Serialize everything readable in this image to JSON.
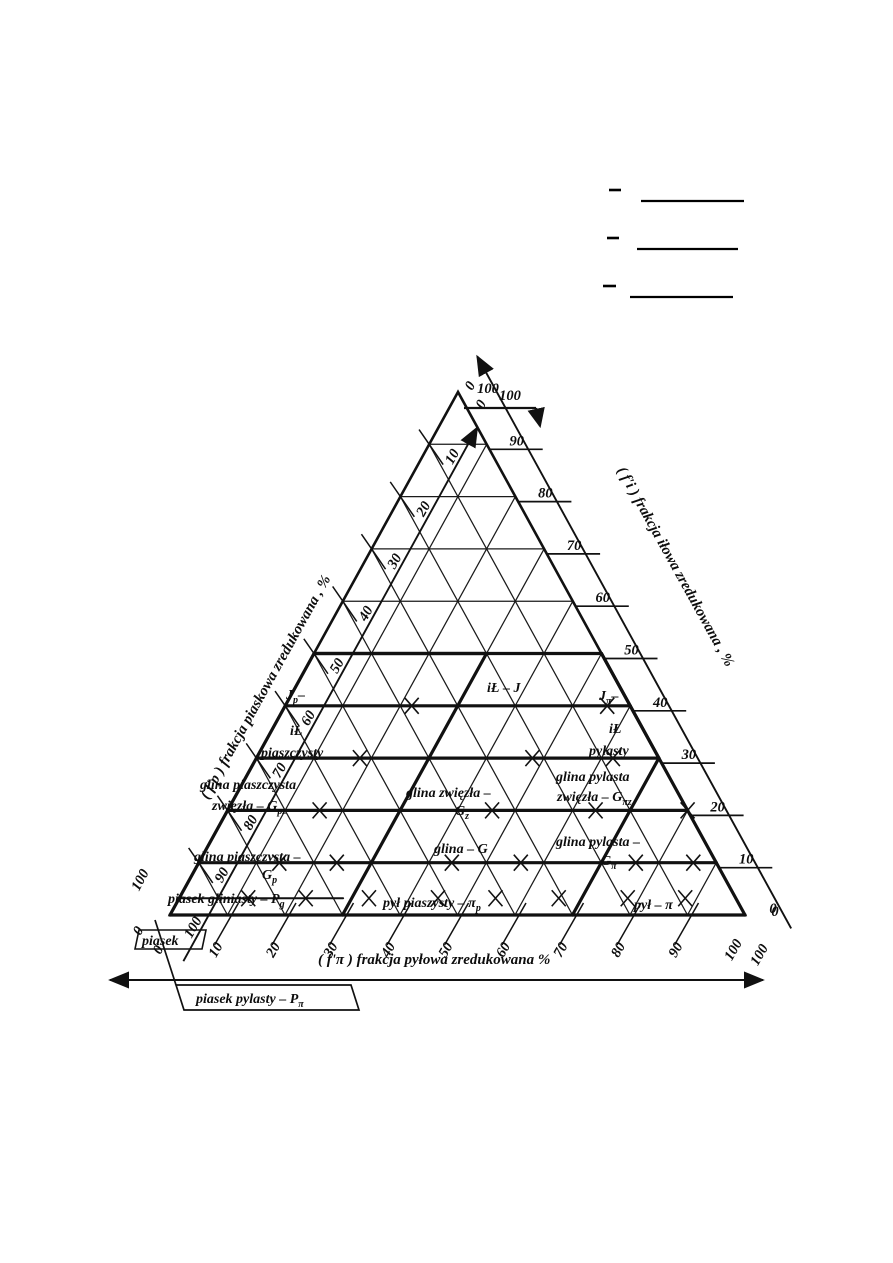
{
  "page": {
    "kind": "soil-texture-ternary-diagram",
    "language": "pl",
    "background": "#ffffff",
    "ink": "#0d0d0d"
  },
  "legend_marks": [
    {
      "id": "mark-1",
      "dash": true,
      "rule": true
    },
    {
      "id": "mark-2",
      "dash": true,
      "rule": true
    },
    {
      "id": "mark-3",
      "dash": true,
      "rule": true
    }
  ],
  "axes": {
    "left": {
      "name": "( f'p ) frakcja piaskowa zredukowana , %",
      "symbol": "f'p",
      "text_main": "frakcja piaskowa zredukowana ,",
      "unit": "%",
      "ticks": [
        0,
        10,
        20,
        30,
        40,
        50,
        60,
        70,
        80,
        90,
        100
      ],
      "direction": "apex-to-bottom-left"
    },
    "right": {
      "name": "( f'i ) frakcja iłowa zredukowana , %",
      "symbol": "f'i",
      "text_main": "frakcja iłowa zredukowana ,",
      "unit": "%",
      "ticks": [
        0,
        10,
        20,
        30,
        40,
        50,
        60,
        70,
        80,
        90,
        100
      ],
      "direction": "bottom-right-to-apex"
    },
    "bottom": {
      "name": "( f'π ) frakcja pyłowa zredukowana %",
      "symbol": "f'π",
      "text_main": "frakcja pyłowa zredukowana",
      "unit": "%",
      "ticks": [
        0,
        10,
        20,
        30,
        40,
        50,
        60,
        70,
        80,
        90,
        100
      ],
      "direction": "bottom-left-to-bottom-right"
    }
  },
  "corner_labels": {
    "apex_left_scale": "0",
    "apex_right_scale": "100",
    "bottom_left_left_scale": "100",
    "bottom_left_bottom_scale": "0",
    "bottom_right_right_scale": "0",
    "bottom_right_bottom_scale": "100"
  },
  "regions": [
    {
      "id": "piasek",
      "lines": [
        "piasek"
      ],
      "boxed": true
    },
    {
      "id": "piasek-pylasty",
      "lines": [
        "piasek pylasty – P",
        "π"
      ],
      "text": "piasek pylasty – Pπ",
      "boxed": true,
      "callout": true
    },
    {
      "id": "piasek-gliniasty",
      "lines": [
        "piasek gliniasty – P",
        "g"
      ],
      "text": "piasek gliniasty – Pg"
    },
    {
      "id": "glina-piaszczysta",
      "lines": [
        "glina piaszczysta –",
        "Gp"
      ],
      "text": "glina piaszczysta – Gp"
    },
    {
      "id": "glina-piaszczysta-zwiezla",
      "lines": [
        "glina piaszczysta",
        "zwięzła – Gpz"
      ],
      "text": "glina piaszczysta zwięzła – Gpz"
    },
    {
      "id": "il-piaszczysty",
      "lines": [
        "iŁ",
        "piaszczysty"
      ],
      "text": "iŁ piaszczysty"
    },
    {
      "id": "jp",
      "lines": [
        "Jp–"
      ],
      "text": "Jp–"
    },
    {
      "id": "pyl-piaszczysty",
      "lines": [
        "pył piaszysty – π",
        "p"
      ],
      "text": "pył piaszysty – πp"
    },
    {
      "id": "glina",
      "lines": [
        "glina – G"
      ],
      "text": "glina – G"
    },
    {
      "id": "glina-zwiezla",
      "lines": [
        "glina zwięzła –",
        "Gz"
      ],
      "text": "glina zwięzła – Gz"
    },
    {
      "id": "il-j",
      "lines": [
        "iŁ – J"
      ],
      "text": "iŁ – J"
    },
    {
      "id": "pyl",
      "lines": [
        "pył – π"
      ],
      "text": "pył – π"
    },
    {
      "id": "glina-pylasta",
      "lines": [
        "glina pylasta –",
        "Gπ"
      ],
      "text": "glina pylasta – Gπ"
    },
    {
      "id": "glina-pylasta-zwiezla",
      "lines": [
        "glina pylasta",
        "zwięzła – Gπz"
      ],
      "text": "glina pylasta zwięzła – Gπz"
    },
    {
      "id": "il-pylasty",
      "lines": [
        "iŁ",
        "pylasty"
      ],
      "text": "iŁ pylasty"
    },
    {
      "id": "jpi",
      "lines": [
        "Jπ–"
      ],
      "text": "Jπ–"
    }
  ],
  "chart_data": {
    "type": "ternary",
    "title": "",
    "axis_labels": {
      "left": "( f'p ) frakcja piaskowa zredukowana , %",
      "right": "( f'i ) frakcja iłowa zredukowana , %",
      "bottom": "( f'π ) frakcja pyłowa zredukowana %"
    },
    "tick_values": [
      0,
      10,
      20,
      30,
      40,
      50,
      60,
      70,
      80,
      90,
      100
    ],
    "grid_step": 10,
    "grid": true,
    "legend_position": "none",
    "fields": [
      {
        "name": "piasek",
        "label": "piasek",
        "clay_max": 0,
        "silt_range": [
          0,
          10
        ]
      },
      {
        "name": "piasek pylasty – Pπ",
        "label": "piasek pylasty – Pπ",
        "clay_range": [
          0,
          0
        ],
        "silt_range": [
          10,
          30
        ]
      },
      {
        "name": "piasek gliniasty – Pg",
        "label": "piasek gliniasty – Pg",
        "clay_range": [
          0,
          10
        ],
        "silt_range": [
          0,
          30
        ]
      },
      {
        "name": "glina piaszczysta – Gp",
        "label": "glina piaszczysta – Gp",
        "clay_range": [
          10,
          20
        ],
        "silt_range": [
          0,
          30
        ]
      },
      {
        "name": "glina piaszczysta zwięzła – Gpz",
        "label": "glina piaszczysta zwięzła – Gpz",
        "clay_range": [
          20,
          30
        ],
        "silt_range": [
          0,
          30
        ]
      },
      {
        "name": "iŁ piaszczysty",
        "label": "iŁ piaszczysty",
        "clay_range": [
          30,
          40
        ],
        "silt_range": [
          0,
          30
        ]
      },
      {
        "name": "Jp–",
        "label": "Jp–",
        "clay_range": [
          40,
          50
        ],
        "silt_range": [
          0,
          30
        ]
      },
      {
        "name": "pył piaszysty – πp",
        "label": "pył piaszysty – πp",
        "clay_range": [
          0,
          10
        ],
        "silt_range": [
          30,
          70
        ]
      },
      {
        "name": "glina – G",
        "label": "glina – G",
        "clay_range": [
          10,
          20
        ],
        "silt_range": [
          30,
          70
        ]
      },
      {
        "name": "glina zwięzła – Gz",
        "label": "glina zwięzła – Gz",
        "clay_range": [
          20,
          30
        ],
        "silt_range": [
          30,
          70
        ]
      },
      {
        "name": "iŁ – J",
        "label": "iŁ – J",
        "clay_range": [
          30,
          50
        ],
        "silt_range": [
          30,
          70
        ]
      },
      {
        "name": "pył – π",
        "label": "pył – π",
        "clay_range": [
          0,
          10
        ],
        "silt_range": [
          70,
          100
        ]
      },
      {
        "name": "glina pylasta – Gπ",
        "label": "glina pylasta – Gπ",
        "clay_range": [
          10,
          20
        ],
        "silt_range": [
          70,
          100
        ]
      },
      {
        "name": "glina pylasta zwięzła – Gπz",
        "label": "glina pylasta zwięzła – Gπz",
        "clay_range": [
          20,
          30
        ],
        "silt_range": [
          70,
          100
        ]
      },
      {
        "name": "iŁ pylasty",
        "label": "iŁ pylasty",
        "clay_range": [
          30,
          40
        ],
        "silt_range": [
          70,
          100
        ]
      },
      {
        "name": "Jπ–",
        "label": "Jπ–",
        "clay_range": [
          40,
          50
        ],
        "silt_range": [
          70,
          100
        ]
      }
    ]
  }
}
